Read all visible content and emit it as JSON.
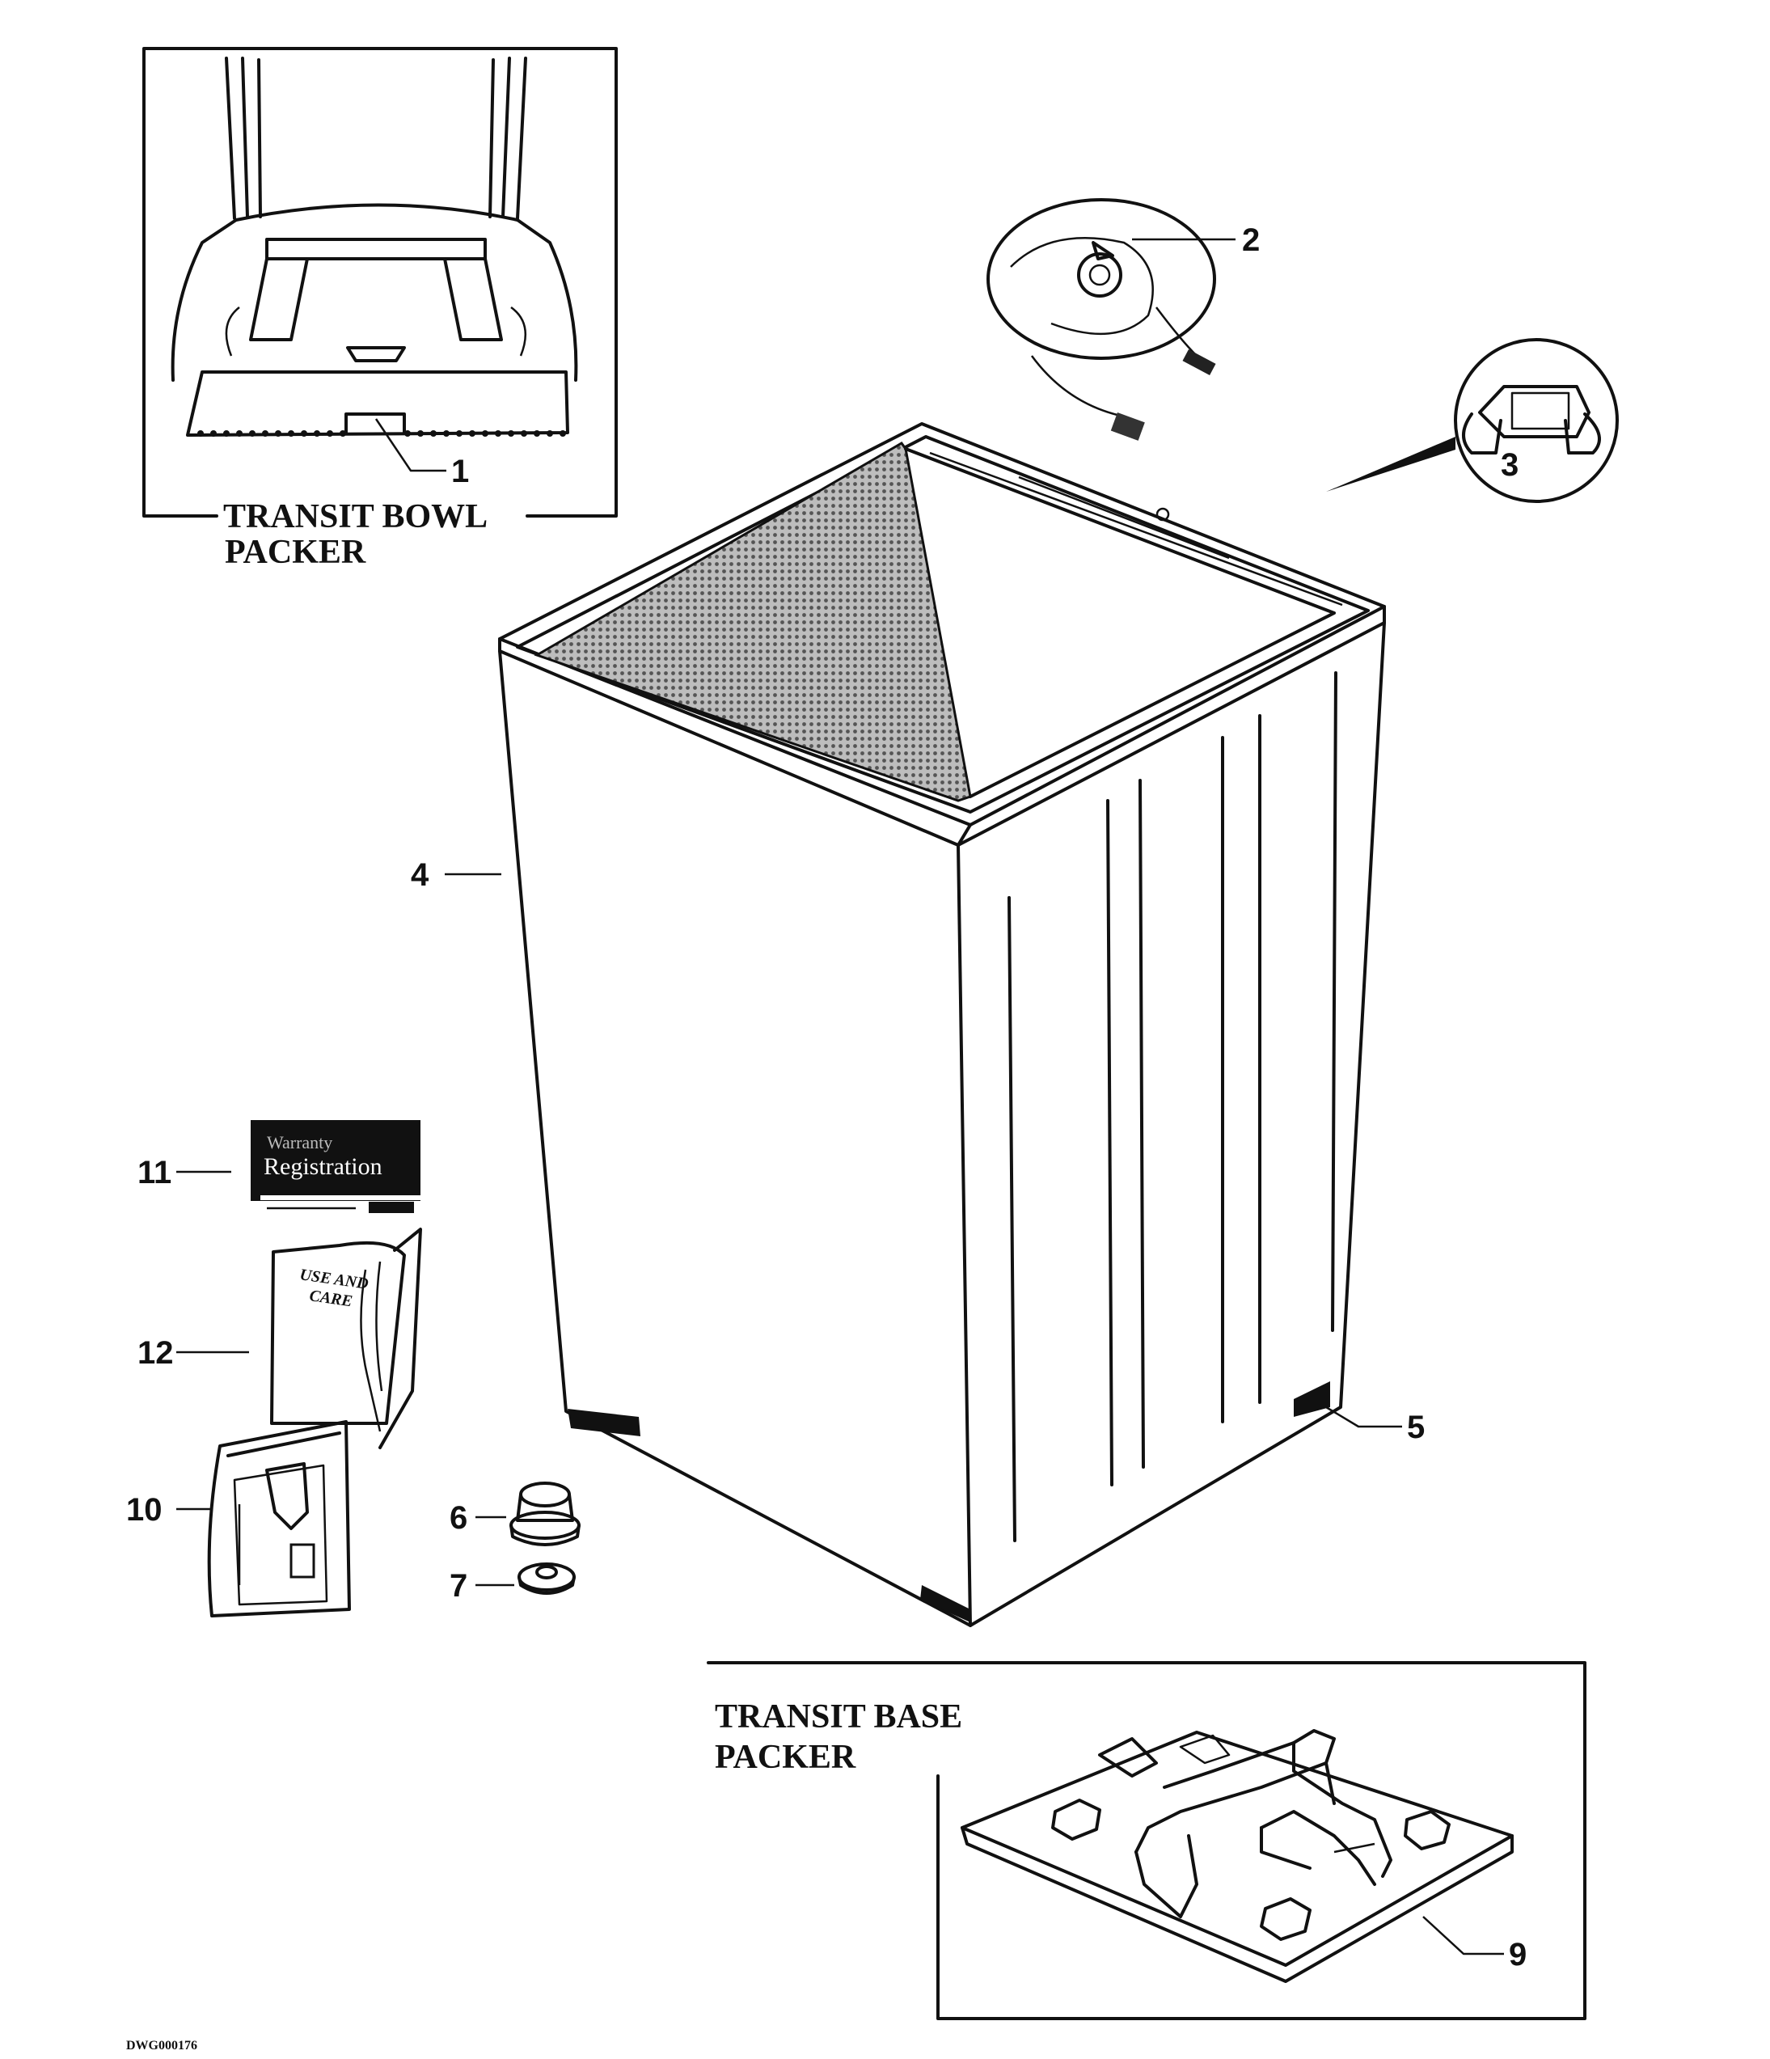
{
  "insets": {
    "bowl_packer": {
      "caption_line1": "TRANSIT BOWL",
      "caption_line2": "PACKER"
    },
    "base_packer": {
      "caption_line1": "TRANSIT BASE",
      "caption_line2": "PACKER"
    }
  },
  "callouts": {
    "c1": "1",
    "c2": "2",
    "c3": "3",
    "c4": "4",
    "c5": "5",
    "c6": "6",
    "c7": "7",
    "c9": "9",
    "c10": "10",
    "c11": "11",
    "c12": "12"
  },
  "warranty_card": {
    "line1": "Warranty",
    "line2": "Registration"
  },
  "manual": {
    "line1": "USE AND",
    "line2": "CARE"
  },
  "drawing_number": "DWG000176",
  "colors": {
    "ink": "#111111",
    "paper": "#ffffff",
    "screen": "#888888"
  }
}
